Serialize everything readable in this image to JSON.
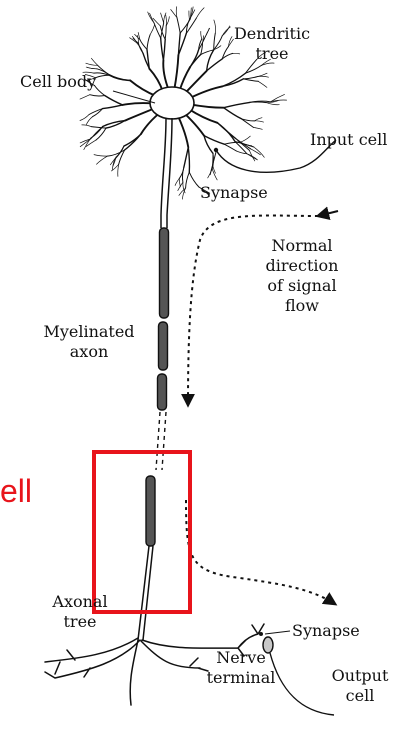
{
  "labels": {
    "dendritic_tree_1": "Dendritic",
    "dendritic_tree_2": "tree",
    "cell_body": "Cell body",
    "input_cell": "Input cell",
    "synapse_top": "Synapse",
    "signal_1": "Normal",
    "signal_2": "direction",
    "signal_3": "of signal",
    "signal_4": "flow",
    "myelinated_1": "Myelinated",
    "myelinated_2": "axon",
    "axonal_1": "Axonal",
    "axonal_2": "tree",
    "synapse_bottom": "Synapse",
    "nerve_1": "Nerve",
    "nerve_2": "terminal",
    "output_1": "Output",
    "output_2": "cell"
  },
  "overlay": {
    "fragment_text": "ell",
    "highlight_color": "#e8141b"
  },
  "colors": {
    "ink": "#111111",
    "accent": "#e8141b"
  }
}
